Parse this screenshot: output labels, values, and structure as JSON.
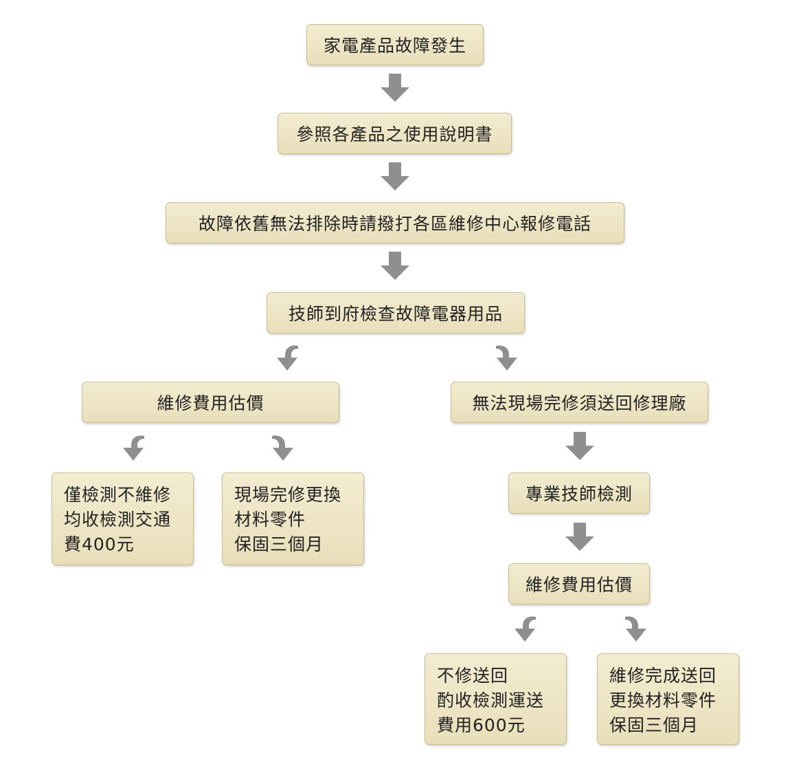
{
  "colors": {
    "box_fill": "#ede5c5",
    "box_border": "#c7bc92",
    "arrow": "#8f8f8f",
    "text": "#222222"
  },
  "steps": {
    "s1": "家電產品故障發生",
    "s2": "參照各產品之使用說明書",
    "s3": "故障依舊無法排除時請撥打各區維修中心報修電話",
    "s4": "技師到府檢查故障電器用品"
  },
  "left": {
    "estimate": "維修費用估價",
    "option_a": [
      "僅檢測不維修",
      "均收檢測交通",
      "費400元"
    ],
    "option_b": [
      "現場完修更換",
      "材料零件",
      "保固三個月"
    ]
  },
  "right": {
    "send_back": "無法現場完修須送回修理廠",
    "inspect": "專業技師檢測",
    "estimate": "維修費用估價",
    "option_a": [
      "不修送回",
      "酌收檢測運送",
      "費用600元"
    ],
    "option_b": [
      "維修完成送回",
      "更換材料零件",
      "保固三個月"
    ]
  },
  "icons": {
    "down": "down-arrow-icon",
    "curve_left": "curved-arrow-left-icon",
    "curve_right": "curved-arrow-right-icon"
  }
}
